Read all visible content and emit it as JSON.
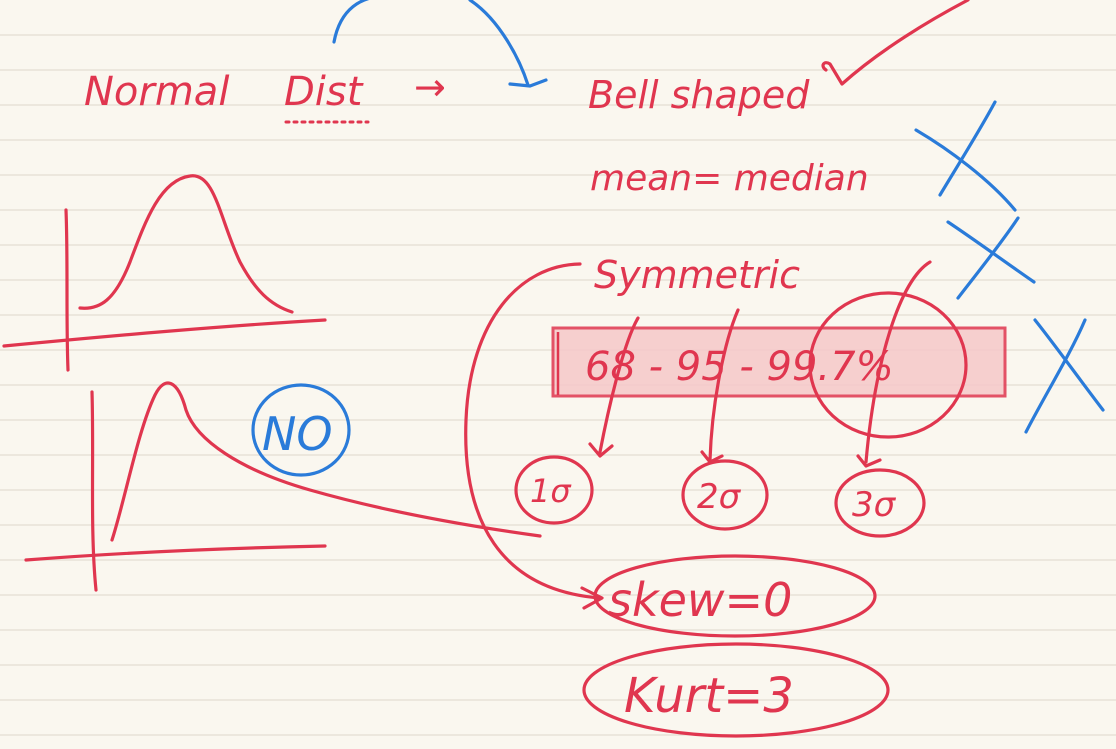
{
  "notes": {
    "heading_left": "Normal",
    "heading_dist": "Dist",
    "heading_arrow": "→",
    "bell": "Bell shaped",
    "mean_median": "mean= median",
    "symmetric": "Symmetric",
    "rule": "68 - 95 - 99.7%",
    "sigma1": "1σ",
    "sigma2": "2σ",
    "sigma3": "3σ",
    "skew": "skew=0",
    "kurt": "Kurt=3",
    "no": "NO"
  },
  "colors": {
    "paper": "#faf7ef",
    "ruled_line": "#e3ddd2",
    "red_ink": "#e0364f",
    "blue_ink": "#2a7bd9",
    "highlight": "#f6c9c9"
  }
}
